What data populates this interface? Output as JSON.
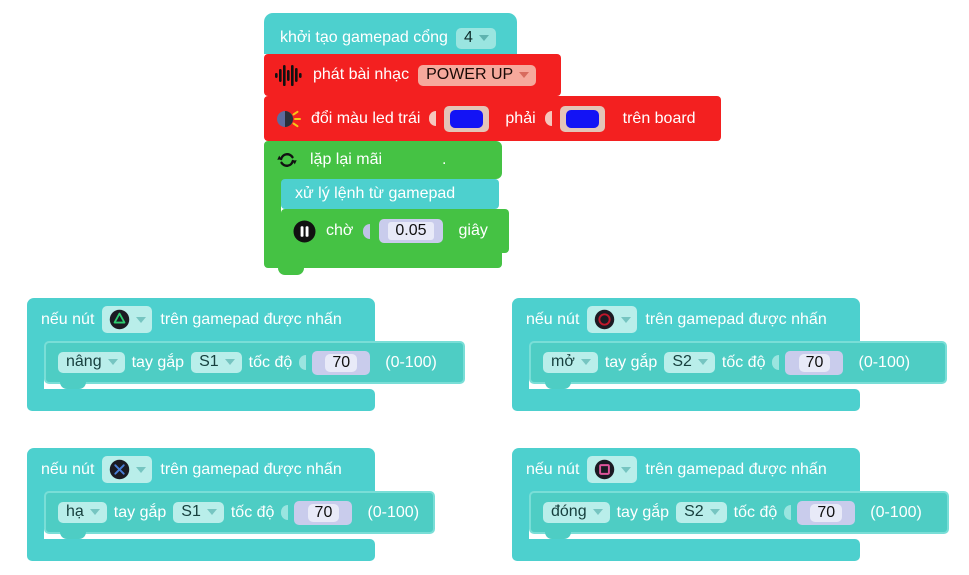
{
  "program": {
    "stack_main": {
      "hat": {
        "label": "khởi tạo gamepad cổng",
        "port_value": "4",
        "icon": "gamepad-hat"
      },
      "blocks": [
        {
          "id": "play-music",
          "icon": "sound-wave-icon",
          "label": "phát bài nhạc",
          "track_value": "POWER UP"
        },
        {
          "id": "set-led",
          "icon": "led-light-icon",
          "label_left": "đổi màu led trái",
          "label_mid": "phải",
          "label_right": "trên board",
          "color_left": "#1313f5",
          "color_right": "#1313f5"
        },
        {
          "id": "forever-loop",
          "icon": "loop-icon",
          "label": "lặp lại mãi",
          "trailing_dot": ".",
          "children": [
            {
              "id": "handle-gamepad",
              "label": "xử lý lệnh từ gamepad"
            },
            {
              "id": "wait",
              "icon": "pause-icon",
              "label": "chờ",
              "value": "0.05",
              "unit": "giây"
            }
          ]
        }
      ]
    },
    "event_hats": [
      {
        "id": "event-triangle",
        "hat_prefix": "nếu nút",
        "button_icon": "gamepad-triangle-icon",
        "button_value": "triangle",
        "hat_suffix": "trên gamepad được nhấn",
        "action": {
          "motion": "nâng",
          "label_mid": "tay gắp",
          "servo": "S1",
          "label_speed": "tốc độ",
          "speed": "70",
          "range": "(0-100)"
        }
      },
      {
        "id": "event-circle",
        "hat_prefix": "nếu nút",
        "button_icon": "gamepad-circle-icon",
        "button_value": "circle",
        "hat_suffix": "trên gamepad được nhấn",
        "action": {
          "motion": "mở",
          "label_mid": "tay gắp",
          "servo": "S2",
          "label_speed": "tốc độ",
          "speed": "70",
          "range": "(0-100)"
        }
      },
      {
        "id": "event-cross",
        "hat_prefix": "nếu nút",
        "button_icon": "gamepad-cross-icon",
        "button_value": "cross",
        "hat_suffix": "trên gamepad được nhấn",
        "action": {
          "motion": "hạ",
          "label_mid": "tay gắp",
          "servo": "S1",
          "label_speed": "tốc độ",
          "speed": "70",
          "range": "(0-100)"
        }
      },
      {
        "id": "event-square",
        "hat_prefix": "nếu nút",
        "button_icon": "gamepad-square-icon",
        "button_value": "square",
        "hat_suffix": "trên gamepad được nhấn",
        "action": {
          "motion": "đóng",
          "label_mid": "tay gắp",
          "servo": "S2",
          "label_speed": "tốc độ",
          "speed": "70",
          "range": "(0-100)"
        }
      }
    ]
  },
  "colors": {
    "teal": "#4DD0CE",
    "red": "#F32020",
    "green": "#45C244",
    "led_blue": "#1313F5",
    "field_purple": "#C9CCEC"
  }
}
